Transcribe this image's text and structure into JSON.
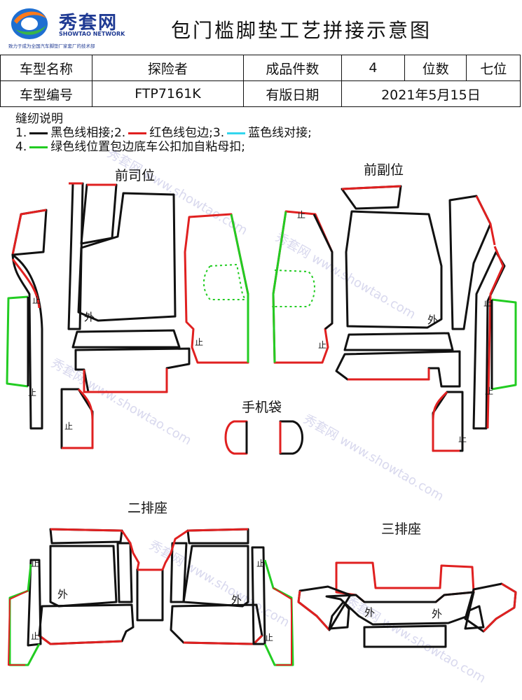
{
  "header": {
    "logo_text": "秀套网",
    "logo_sub": "SHOWTAO NETWORK",
    "logo_slogan": "致力于成为全国汽车脚垫厂家套厂的技术部",
    "title": "包门槛脚垫工艺拼接示意图"
  },
  "info_table": {
    "model_name_label": "车型名称",
    "model_name": "探险者",
    "pieces_label": "成品件数",
    "pieces": "4",
    "seats_label": "位数",
    "seats": "七位",
    "model_code_label": "车型编号",
    "model_code": "FTP7161K",
    "date_label": "有版日期",
    "date": "2021年5月15日"
  },
  "notes": {
    "heading": "缝纫说明",
    "line1_a": "1.",
    "line1_b": "黑色线相接;2.",
    "line1_c": "红色线包边;3.",
    "line1_d": "蓝色线对接;",
    "line2_a": "4.",
    "line2_b": "绿色线位置包边底车公扣加自粘母扣;"
  },
  "colors": {
    "black_line": "#111111",
    "red_line": "#e02020",
    "blue_line": "#33d6ee",
    "green_line": "#22cc22"
  },
  "sections": {
    "driver": "前司位",
    "passenger": "前副位",
    "phone_bag": "手机袋",
    "second_row": "二排座",
    "third_row": "三排座"
  },
  "marks": {
    "outer": "外",
    "stop": "止"
  },
  "watermark": "秀套网 www.showtao.com"
}
